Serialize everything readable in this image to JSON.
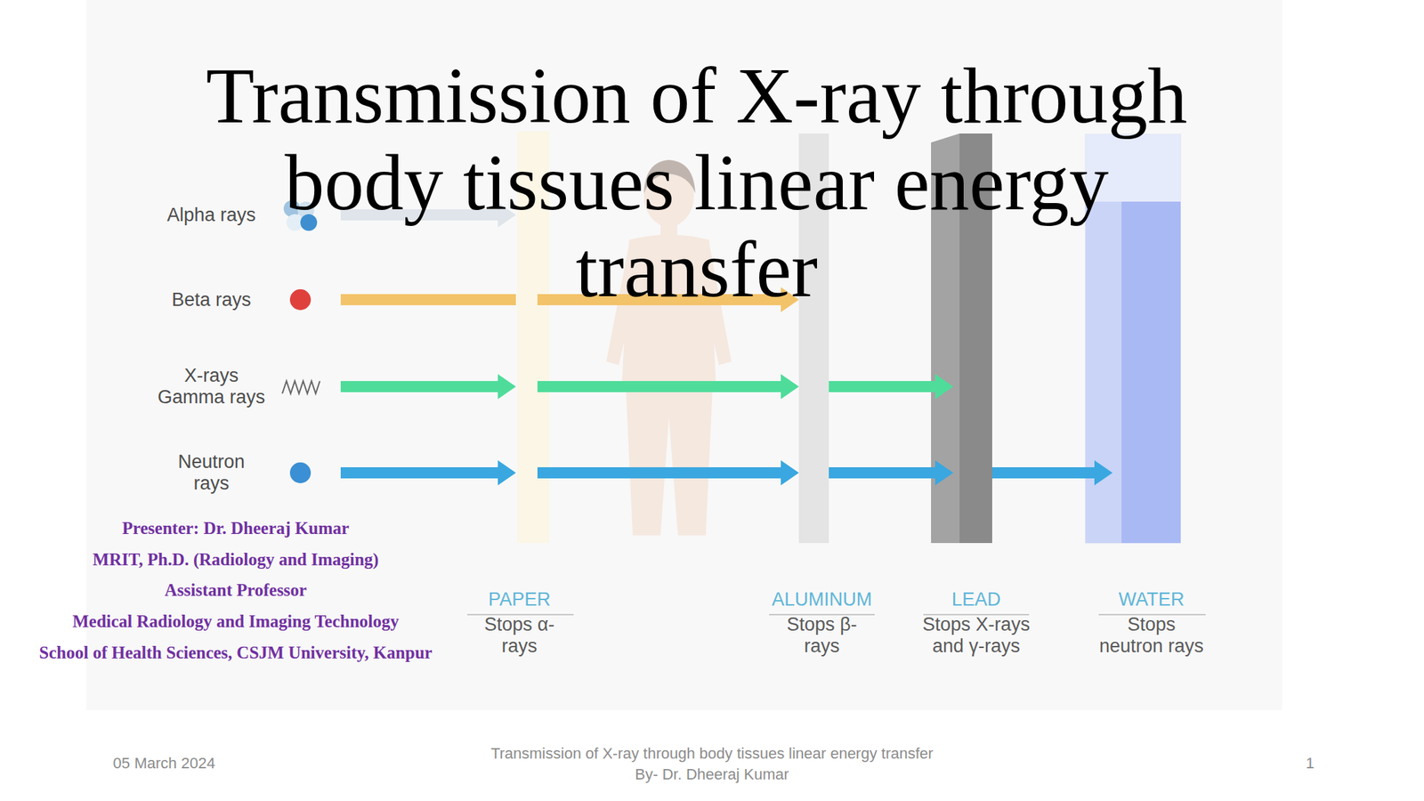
{
  "diagram": {
    "title": "Transmission of X-ray through body tissues linear energy transfer",
    "labels": [
      "Alpha rays",
      "Beta rays",
      "X-rays Gamma rays",
      "Neutron rays",
      "PAPER",
      "Stops α-rays",
      "ALUMINUM",
      "Stops β-rays",
      "LEAD",
      "Stops X-rays and γ-rays",
      "WATER",
      "Stops neutron rays",
      "Presenter: Dr. Dheeraj Kumar",
      "MRIT, Ph.D. (Radiology and Imaging)",
      "Assistant Professor",
      "Medical Radiology and Imaging Technology",
      "School of Health Sciences, CSJM University, Kanpur",
      "05 March 2024",
      "Transmission of X-ray through body tissues linear energy transfer By- Dr. Dheeraj Kumar",
      "1"
    ]
  }
}
